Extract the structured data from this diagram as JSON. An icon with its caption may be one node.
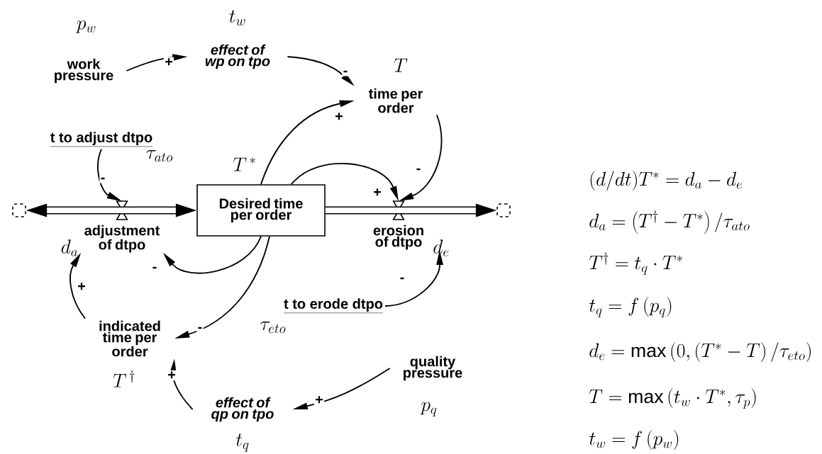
{
  "diagram": {
    "nodes": [
      {
        "text": [
          "work pressure"
        ],
        "beside": [
          "p_{w}"
        ]
      },
      {
        "text": [
          "effect of wp on tpo"
        ],
        "beside": [
          "t_{w}"
        ]
      },
      {
        "text": [
          "time per order"
        ],
        "beside": [
          "T"
        ]
      },
      {
        "text": [
          "t to adjust dtpo"
        ],
        "beside": [
          "\\tau_{ato}"
        ]
      },
      {
        "text": [],
        "shape": "cloud"
      },
      {
        "text": [
          "adjustment of dtpo"
        ]
      },
      {
        "text": [
          "Desired time per order"
        ],
        "beside": [
          "T^{\\,*}"
        ]
      },
      {
        "text": [
          "erosion of dtpo"
        ],
        "beside": [
          "d_{e}"
        ]
      },
      {
        "text": [],
        "shape": "cloud"
      },
      {
        "text": [
          "indicated time per order"
        ],
        "beside": [
          "T^{\\,\\dagger}"
        ]
      },
      {
        "text": [
          "t to erode dtpo"
        ],
        "beside": [
          "\\tau_{eto}"
        ]
      },
      {
        "text": [
          "effect of qp on tpo"
        ],
        "beside": [
          "t_{q}"
        ]
      },
      {
        "text": [
          "quality pressure"
        ],
        "beside": [
          "p_{q}"
        ]
      }
    ],
    "edges": [
      {
        "from": 0,
        "to": 1,
        "arrow": "to",
        "label": "+"
      },
      {
        "from": 1,
        "to": 2,
        "arrow": "to",
        "label": "-"
      },
      {
        "from": 6,
        "to": 2,
        "arrow": "to",
        "label": "+"
      },
      {
        "from": 2,
        "to": 7,
        "arrow": "to",
        "label": "-"
      },
      {
        "from": 6,
        "to": 7,
        "arrow": "to",
        "label": "+"
      },
      {
        "from": 3,
        "to": 5,
        "arrow": "to",
        "label": "-"
      },
      {
        "from": 4,
        "to": 6,
        "arrow": "both",
        "style": "thick"
      },
      {
        "from": 6,
        "to": 8,
        "arrow": "to",
        "style": "thick"
      },
      {
        "from": 6,
        "to": 5,
        "arrow": "to",
        "label": "-"
      },
      {
        "from": 6,
        "to": 9,
        "arrow": "to",
        "label": "-"
      },
      {
        "from": 9,
        "to": 5,
        "arrow": "to",
        "label": "+"
      },
      {
        "from": 10,
        "to": 7,
        "arrow": "to",
        "label": "-"
      },
      {
        "from": 12,
        "to": 11,
        "arrow": "to",
        "label": "+"
      },
      {
        "from": 11,
        "to": 9,
        "arrow": "to",
        "label": "+"
      }
    ],
    "labels": [
      "d_{a}",
      "(d/dt)T^{*}=d_{a}-d_{e}",
      "d_{a}=\\left(T^{\\dagger}-T^{*}\\right)/\\tau_{ato}",
      "T^{\\dagger}=t_{q}\\cdot T^{*}",
      "t_{q}=f\\left(p_{q}\\right)",
      "d_{e}=\\max\\left(0,\\left(T^{*}-T\\right)/\\tau_{eto}\\right)",
      "T=\\max\\left(t_{w}\\cdot T^{*},\\tau_{p}\\right)",
      "t_{w}=f\\left(p_{w}\\right)"
    ]
  }
}
